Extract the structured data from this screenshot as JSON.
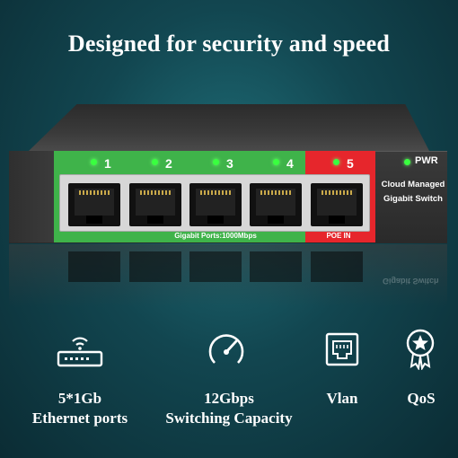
{
  "headline": "Designed for security and speed",
  "switch": {
    "ports": [
      {
        "number": "1"
      },
      {
        "number": "2"
      },
      {
        "number": "3"
      },
      {
        "number": "4"
      },
      {
        "number": "5"
      }
    ],
    "gigabit_label": "Gigabit Ports:1000Mbps",
    "poe_label": "POE IN",
    "pwr_label": "PWR",
    "brand_line1": "Cloud Managed",
    "brand_line2": "Gigabit Switch",
    "reflection_text": "Gigabit Switch",
    "colors": {
      "green_zone": "#3fb34a",
      "red_zone": "#e6262c",
      "led": "#39ff3f"
    }
  },
  "features": [
    {
      "icon": "router-wifi-icon",
      "line1": "5*1Gb",
      "line2": "Ethernet ports"
    },
    {
      "icon": "speedometer-icon",
      "line1": "12Gbps",
      "line2": "Switching Capacity"
    },
    {
      "icon": "ethernet-port-icon",
      "line1": "Vlan",
      "line2": ""
    },
    {
      "icon": "star-badge-icon",
      "line1": "QoS",
      "line2": ""
    }
  ]
}
